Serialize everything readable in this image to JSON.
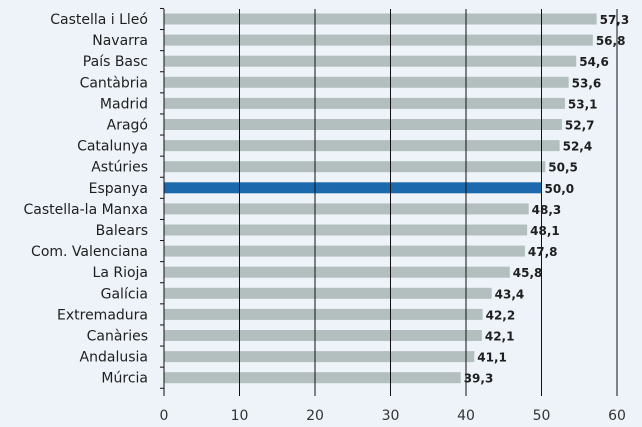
{
  "chart_data": {
    "type": "bar",
    "orientation": "horizontal",
    "categories": [
      "Castella i Lleó",
      "Navarra",
      "País Basc",
      "Cantàbria",
      "Madrid",
      "Aragó",
      "Catalunya",
      "Astúries",
      "Espanya",
      "Castella-la Manxa",
      "Balears",
      "Com. Valenciana",
      "La Rioja",
      "Galícia",
      "Extremadura",
      "Canàries",
      "Andalusia",
      "Múrcia"
    ],
    "values": [
      57.3,
      56.8,
      54.6,
      53.6,
      53.1,
      52.7,
      52.4,
      50.5,
      50.0,
      48.3,
      48.1,
      47.8,
      45.8,
      43.4,
      42.2,
      42.1,
      41.1,
      39.3
    ],
    "value_labels": [
      "57,3",
      "56,8",
      "54,6",
      "53,6",
      "53,1",
      "52,7",
      "52,4",
      "50,5",
      "50,0",
      "48,3",
      "48,1",
      "47,8",
      "45,8",
      "43,4",
      "42,2",
      "42,1",
      "41,1",
      "39,3"
    ],
    "highlight_category": "Espanya",
    "xlim": [
      0,
      60
    ],
    "xticks": [
      "0",
      "10",
      "20",
      "30",
      "40",
      "50",
      "60"
    ],
    "grid": "vertical",
    "colors": {
      "bar": "#b3bfbf",
      "highlight": "#1c6aad",
      "background": "#edf3f8",
      "grid": "#111111"
    },
    "title": "",
    "xlabel": "",
    "ylabel": ""
  }
}
